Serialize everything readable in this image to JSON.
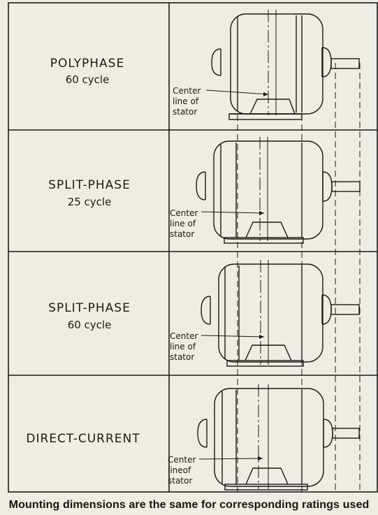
{
  "panels": [
    {
      "title": "POLYPHASE",
      "subtitle": "60 cycle",
      "callout": [
        "Center",
        "line of",
        "stator"
      ]
    },
    {
      "title": "SPLIT-PHASE",
      "subtitle": "25 cycle",
      "callout": [
        "Center",
        "line of",
        "stator"
      ]
    },
    {
      "title": "SPLIT-PHASE",
      "subtitle": "60 cycle",
      "callout": [
        "Center",
        "line of",
        "stator"
      ]
    },
    {
      "title": "DIRECT-CURRENT",
      "subtitle": "",
      "callout": [
        "Center",
        "lineof",
        "stator"
      ]
    }
  ],
  "caption": "Mounting dimensions are the same for corresponding ratings used",
  "colors": {
    "ink": "#1a1a1a",
    "paper": "#efece4"
  }
}
